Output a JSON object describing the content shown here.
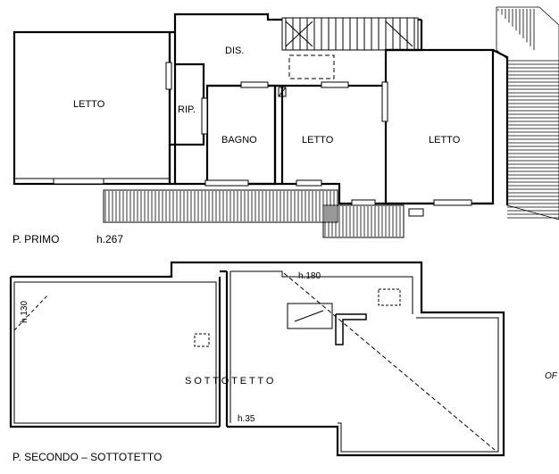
{
  "floor1": {
    "caption": "P. PRIMO",
    "height": "h.267",
    "rooms": {
      "letto_left": "LETTO",
      "dis": "DIS.",
      "rip": "RIP.",
      "bagno": "BAGNO",
      "letto_mid": "LETTO",
      "letto_right": "LETTO"
    }
  },
  "floor2": {
    "caption": "P. SECONDO  –  SOTTOTETTO",
    "room": "S O T T O T E T T O",
    "heights": {
      "left": "h.130",
      "top": "h.180",
      "bottom": "h.35"
    }
  },
  "edge_label": "OF"
}
